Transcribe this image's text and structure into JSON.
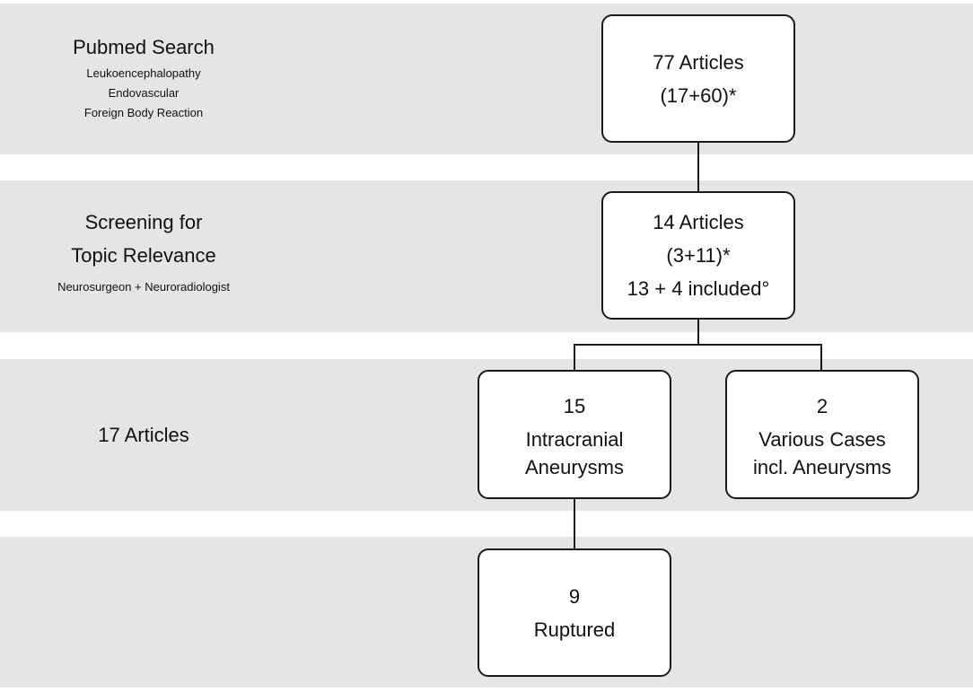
{
  "stages": [
    {
      "title_lines": [
        "Pubmed Search"
      ],
      "detail_lines": [
        "Leukoencephalopathy",
        "Endovascular",
        "Foreign Body Reaction"
      ]
    },
    {
      "title_lines": [
        "Screening for",
        "Topic Relevance"
      ],
      "detail_lines": [
        "Neurosurgeon + Neuroradiologist"
      ]
    },
    {
      "title_lines": [
        "17 Articles"
      ],
      "detail_lines": []
    }
  ],
  "boxes": {
    "search_result": {
      "lines": [
        "77 Articles",
        "(17+60)*"
      ]
    },
    "screening_result": {
      "lines": [
        "14 Articles",
        "(3+11)*",
        "13 + 4 included°"
      ]
    },
    "intracranial": {
      "lines": [
        "15",
        "Intracranial",
        "Aneurysms"
      ]
    },
    "various": {
      "lines": [
        "2",
        "Various Cases",
        "incl. Aneurysms"
      ]
    },
    "ruptured": {
      "lines": [
        "9",
        "Ruptured"
      ]
    }
  },
  "colors": {
    "band": "#e6e4e4",
    "box_fill": "#ffffff",
    "line": "#1a1a1a",
    "text": "#111111"
  }
}
